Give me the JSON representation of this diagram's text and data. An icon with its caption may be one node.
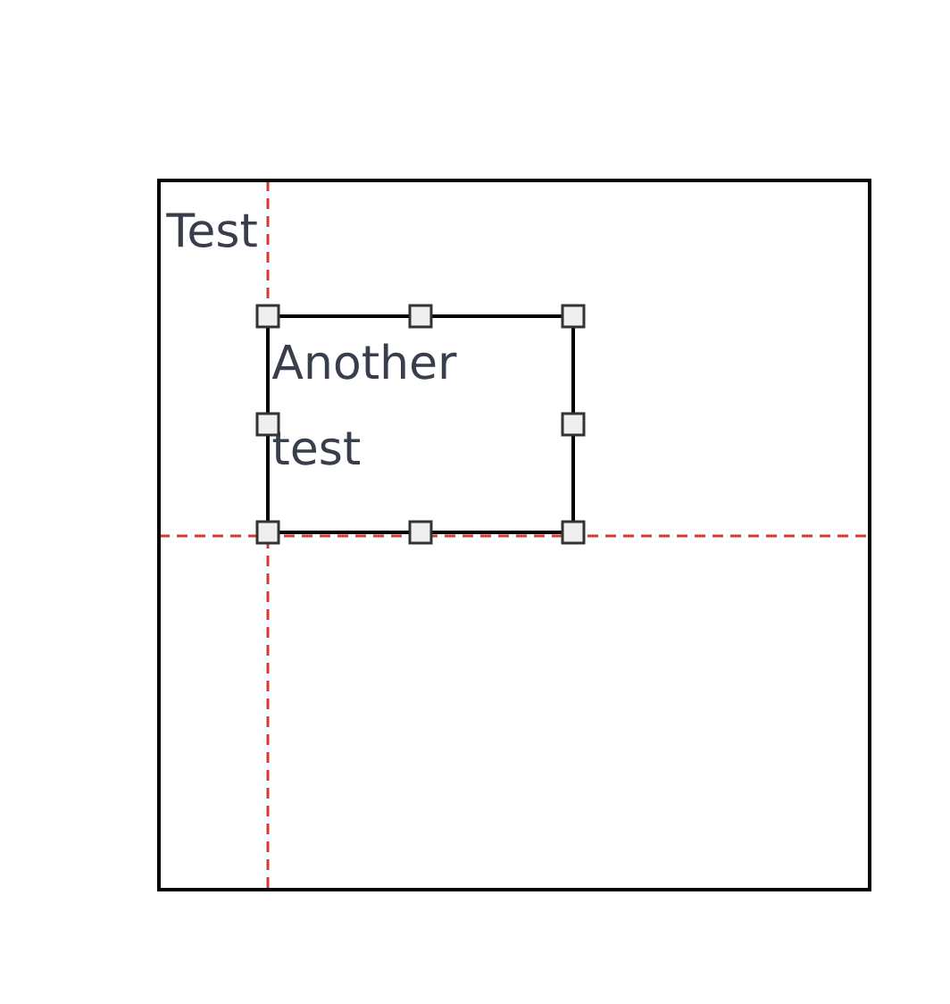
{
  "diagram": {
    "nodes": [
      {
        "text": [
          "Test"
        ]
      },
      {
        "text": [
          "Another test"
        ],
        "in": 0
      }
    ]
  }
}
